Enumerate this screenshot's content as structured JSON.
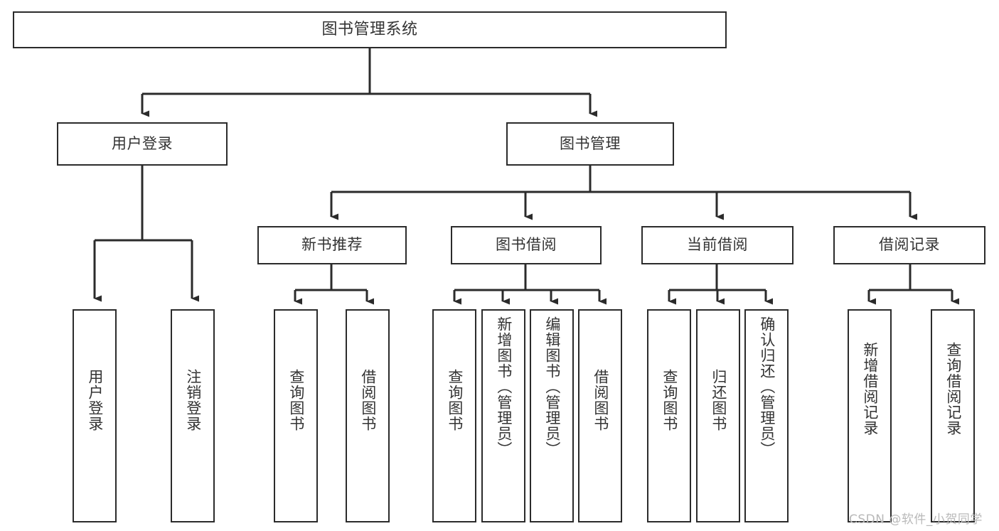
{
  "diagram": {
    "type": "tree-hierarchy-chart",
    "title": "图书管理系统",
    "orientation": "top-down",
    "colors": {
      "box_border": "#2b2b2b",
      "box_fill": "#ffffff",
      "connector": "#2b2b2b",
      "text": "#333333",
      "watermark": "#b9b9b9",
      "background": "#ffffff"
    },
    "root": {
      "label": "图书管理系统"
    },
    "level2": [
      {
        "id": "user-login",
        "label": "用户登录"
      },
      {
        "id": "book-management",
        "label": "图书管理"
      }
    ],
    "level3": [
      {
        "id": "new-book-recommend",
        "label": "新书推荐"
      },
      {
        "id": "book-borrow",
        "label": "图书借阅"
      },
      {
        "id": "current-borrow",
        "label": "当前借阅"
      },
      {
        "id": "borrow-record",
        "label": "借阅记录"
      }
    ],
    "leaves": {
      "user-login": [
        {
          "id": "leaf-user-login",
          "label": "用户登录"
        },
        {
          "id": "leaf-user-logout",
          "label": "注销登录"
        }
      ],
      "new-book-recommend": [
        {
          "id": "leaf-query-book-1",
          "label": "查询图书"
        },
        {
          "id": "leaf-borrow-book-1",
          "label": "借阅图书"
        }
      ],
      "book-borrow": [
        {
          "id": "leaf-query-book-2",
          "label": "查询图书"
        },
        {
          "id": "leaf-add-book",
          "label": "新增图书（管理员）"
        },
        {
          "id": "leaf-edit-book",
          "label": "编辑图书（管理员）"
        },
        {
          "id": "leaf-borrow-book-2",
          "label": "借阅图书"
        }
      ],
      "current-borrow": [
        {
          "id": "leaf-query-book-3",
          "label": "查询图书"
        },
        {
          "id": "leaf-return-book",
          "label": "归还图书"
        },
        {
          "id": "leaf-confirm-return",
          "label": "确认归还（管理员）"
        }
      ],
      "borrow-record": [
        {
          "id": "leaf-add-record",
          "label": "新增借阅记录"
        },
        {
          "id": "leaf-query-record",
          "label": "查询借阅记录"
        }
      ]
    }
  },
  "watermark": {
    "text": "CSDN @软件_小贺同学"
  }
}
